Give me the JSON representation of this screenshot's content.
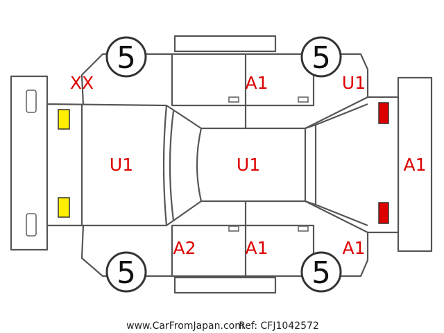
{
  "colors": {
    "outline": "#555555",
    "damage_text": "#dd0000",
    "front_light": "#ffee00",
    "rear_light": "#dd0000"
  },
  "tires": {
    "front_left": "5",
    "front_right": "5",
    "rear_left": "5",
    "rear_right": "5"
  },
  "markings": {
    "front_left_fender": "XX",
    "roof_side_upper": "A1",
    "rear_right_fender_upper": "U1",
    "hood": "U1",
    "roof": "U1",
    "rear_panel": "A1",
    "front_door_lower": "A2",
    "rear_door_lower": "A1",
    "rear_fender_lower": "A1"
  },
  "footer": {
    "site": "www.CarFromJapan.com",
    "ref": "Ref: CFJ1042572"
  }
}
